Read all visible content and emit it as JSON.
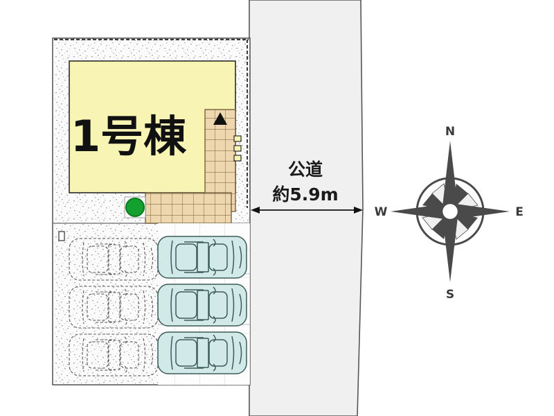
{
  "diagram": {
    "type": "site-plan",
    "title_label": "1号棟",
    "road": {
      "name_label": "公道",
      "width_label": "約5.9m",
      "dimension_value": "5.9",
      "dimension_unit": "m",
      "fill_color": "#f0f0f0"
    },
    "compass": {
      "north": "N",
      "east": "E",
      "south": "S",
      "west": "W",
      "color": "#4a4a4a"
    },
    "colors": {
      "building_fill": "#f7f4b4",
      "terrace_fill": "#eed7ae",
      "gravel_fill": "#fafafa",
      "car_fill": "#d2eae7",
      "car_stroke": "#3c5a5a",
      "tree_fill": "#14a02e",
      "outline": "#333333"
    },
    "parking": {
      "occupied_count": 3,
      "vacant_count": 3,
      "total_count": 6
    },
    "features": {
      "entrance_marker": "entrance-arrow",
      "tree_marker": "planting",
      "meter_box": "utility-box",
      "step_count": 3
    }
  }
}
